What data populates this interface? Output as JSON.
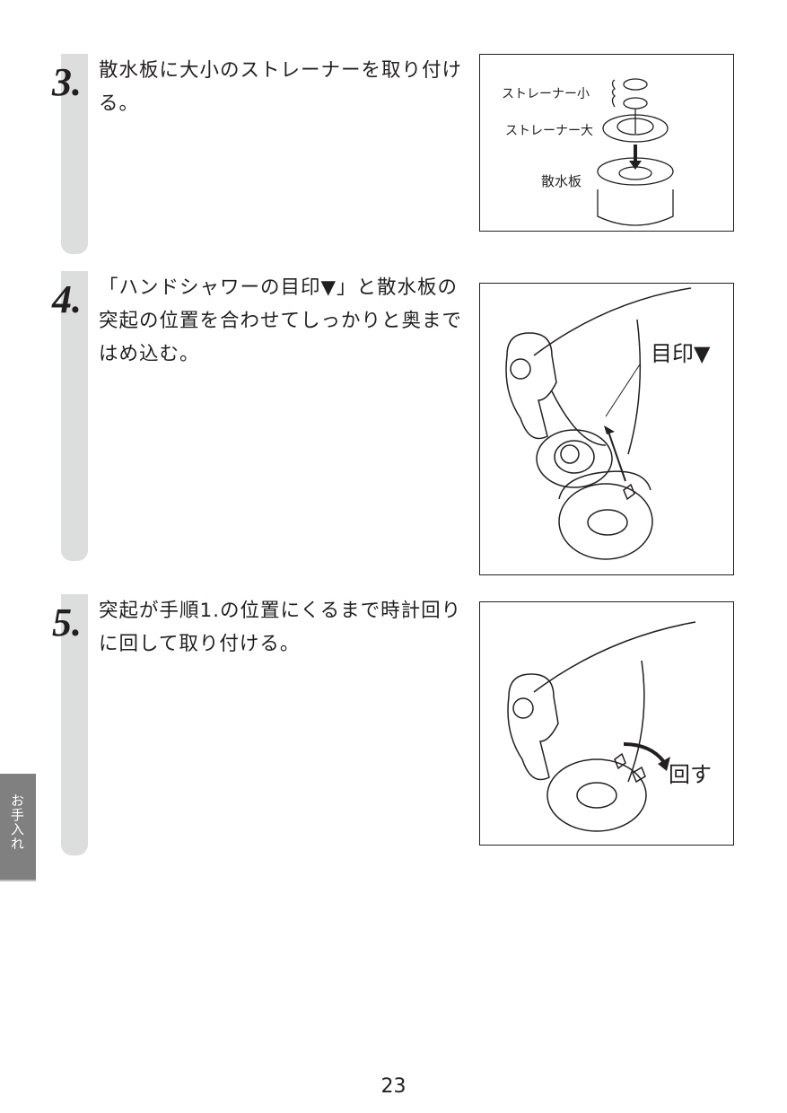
{
  "steps": [
    {
      "number": "3.",
      "text": "散水板に大小のストレーナーを取り付ける。",
      "figure": {
        "labels": {
          "small_strainer": "ストレーナー小",
          "large_strainer": "ストレーナー大",
          "spray_plate": "散水板"
        }
      }
    },
    {
      "number": "4.",
      "text": "「ハンドシャワーの目印▼」と散水板の突起の位置を合わせてしっかりと奥まではめ込む。",
      "figure": {
        "labels": {
          "mark": "目印▼"
        }
      }
    },
    {
      "number": "5.",
      "text": "突起が手順1.の位置にくるまで時計回りに回して取り付ける。",
      "figure": {
        "labels": {
          "rotate": "回す"
        }
      }
    }
  ],
  "side_tab": {
    "label": "お手入れ"
  },
  "page_number": "23"
}
